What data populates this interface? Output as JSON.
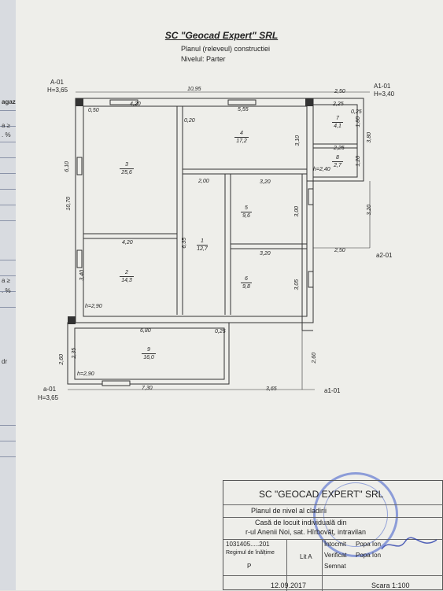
{
  "header": {
    "company": "SC \"Geocad Expert\" SRL",
    "subtitle": "Planul (releveul) constructiei",
    "level": "Nivelul: Parter"
  },
  "markers": {
    "A_01": "A-01",
    "H_A01": "H=3,65",
    "A1_01": "A1-01",
    "H_A101": "H=3,40",
    "a_01": "a-01",
    "H_a01": "H=3,65",
    "a1_01": "a1-01",
    "a2_01": "a2-01"
  },
  "rooms": [
    {
      "num": "1",
      "area": "12,7"
    },
    {
      "num": "2",
      "area": "14,3"
    },
    {
      "num": "3",
      "area": "25,6"
    },
    {
      "num": "4",
      "area": "17,2"
    },
    {
      "num": "5",
      "area": "9,6"
    },
    {
      "num": "6",
      "area": "9,8"
    },
    {
      "num": "7",
      "area": "4,1"
    },
    {
      "num": "8",
      "area": "2,7"
    },
    {
      "num": "9",
      "area": "16,0"
    }
  ],
  "dimensions": {
    "d1095": "10,95",
    "d250a": "2,50",
    "d420a": "4,20",
    "d555": "5,55",
    "d225": "2,25",
    "d050": "0,50",
    "d020": "0,20",
    "d025a": "0,25",
    "d180": "1,80",
    "d310": "3,10",
    "d225b": "2,25",
    "d120": "1,20",
    "d380": "3,80",
    "d610": "6,10",
    "h240": "h=2,40",
    "d200": "2,00",
    "d320a": "3,20",
    "d1070": "10,70",
    "d300": "3,00",
    "d320c": "3,20",
    "d635": "6,35",
    "d420b": "4,20",
    "d320b": "3,20",
    "d250b": "2,50",
    "d340": "3,40",
    "d305": "3,05",
    "h290a": "h=2,90",
    "d680": "6,80",
    "d025b": "0,25",
    "d260a": "2,60",
    "d235": "2,35",
    "d260b": "2,60",
    "h290b": "h=2,90",
    "d730": "7,30",
    "d365": "3,65"
  },
  "titleblock": {
    "company": "SC \"GEOCAD EXPERT\" SRL",
    "plan": "Planul de nivel al cladirii",
    "object": "Casă de locuit individuală din",
    "address": "r-ul Anenii Noi, sat. Hîrbovăț, intravilan",
    "code": "1031405.....201",
    "regime_label": "Regimul de înălțime",
    "regime_value": "P",
    "lit": "Lit A",
    "intocmit": "Întocmit",
    "intocmit_name": "Popa Ion",
    "verificat": "Verificat",
    "verificat_name": "Popa Ion",
    "semnat": "Semnat",
    "date": "12.09.2017",
    "scale": "Scara 1:100"
  },
  "sidebar_fragments": [
    "agazin",
    "a ≥",
    ". %",
    "a ≥",
    ". %",
    "dr"
  ]
}
